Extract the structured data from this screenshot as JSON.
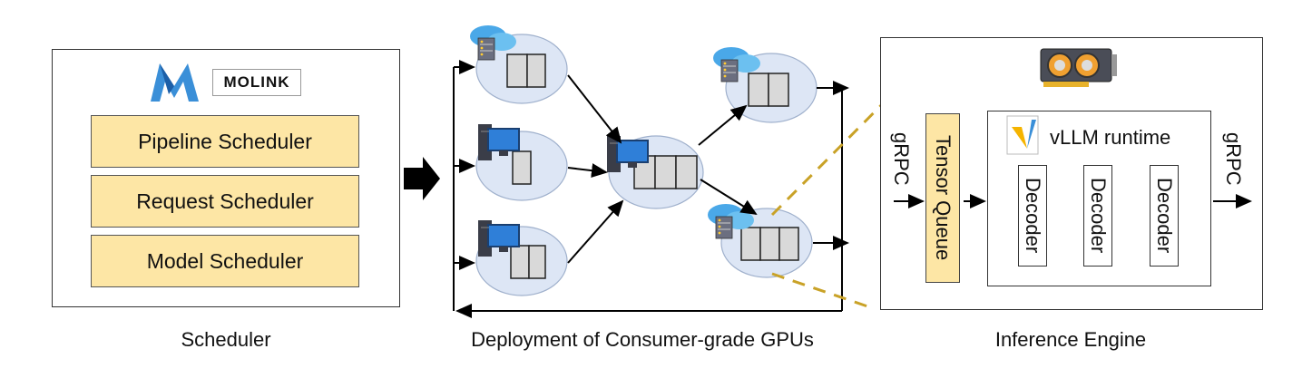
{
  "scheduler": {
    "logo_text": "MOLINK",
    "items": [
      {
        "label": "Pipeline Scheduler"
      },
      {
        "label": "Request Scheduler"
      },
      {
        "label": "Model Scheduler"
      }
    ],
    "caption": "Scheduler"
  },
  "deployment": {
    "caption": "Deployment of Consumer-grade GPUs"
  },
  "inference_engine": {
    "left_protocol": "gRPC",
    "right_protocol": "gRPC",
    "queue_label": "Tensor Queue",
    "runtime_label": "vLLM runtime",
    "decoders": [
      "Decoder",
      "Decoder",
      "Decoder"
    ],
    "caption": "Inference Engine"
  },
  "colors": {
    "scheduler_fill": "#fde6a5",
    "node_fill": "#dde6f5",
    "dashed_line": "#c9a227",
    "logo_blue": "#2b7fd6"
  }
}
